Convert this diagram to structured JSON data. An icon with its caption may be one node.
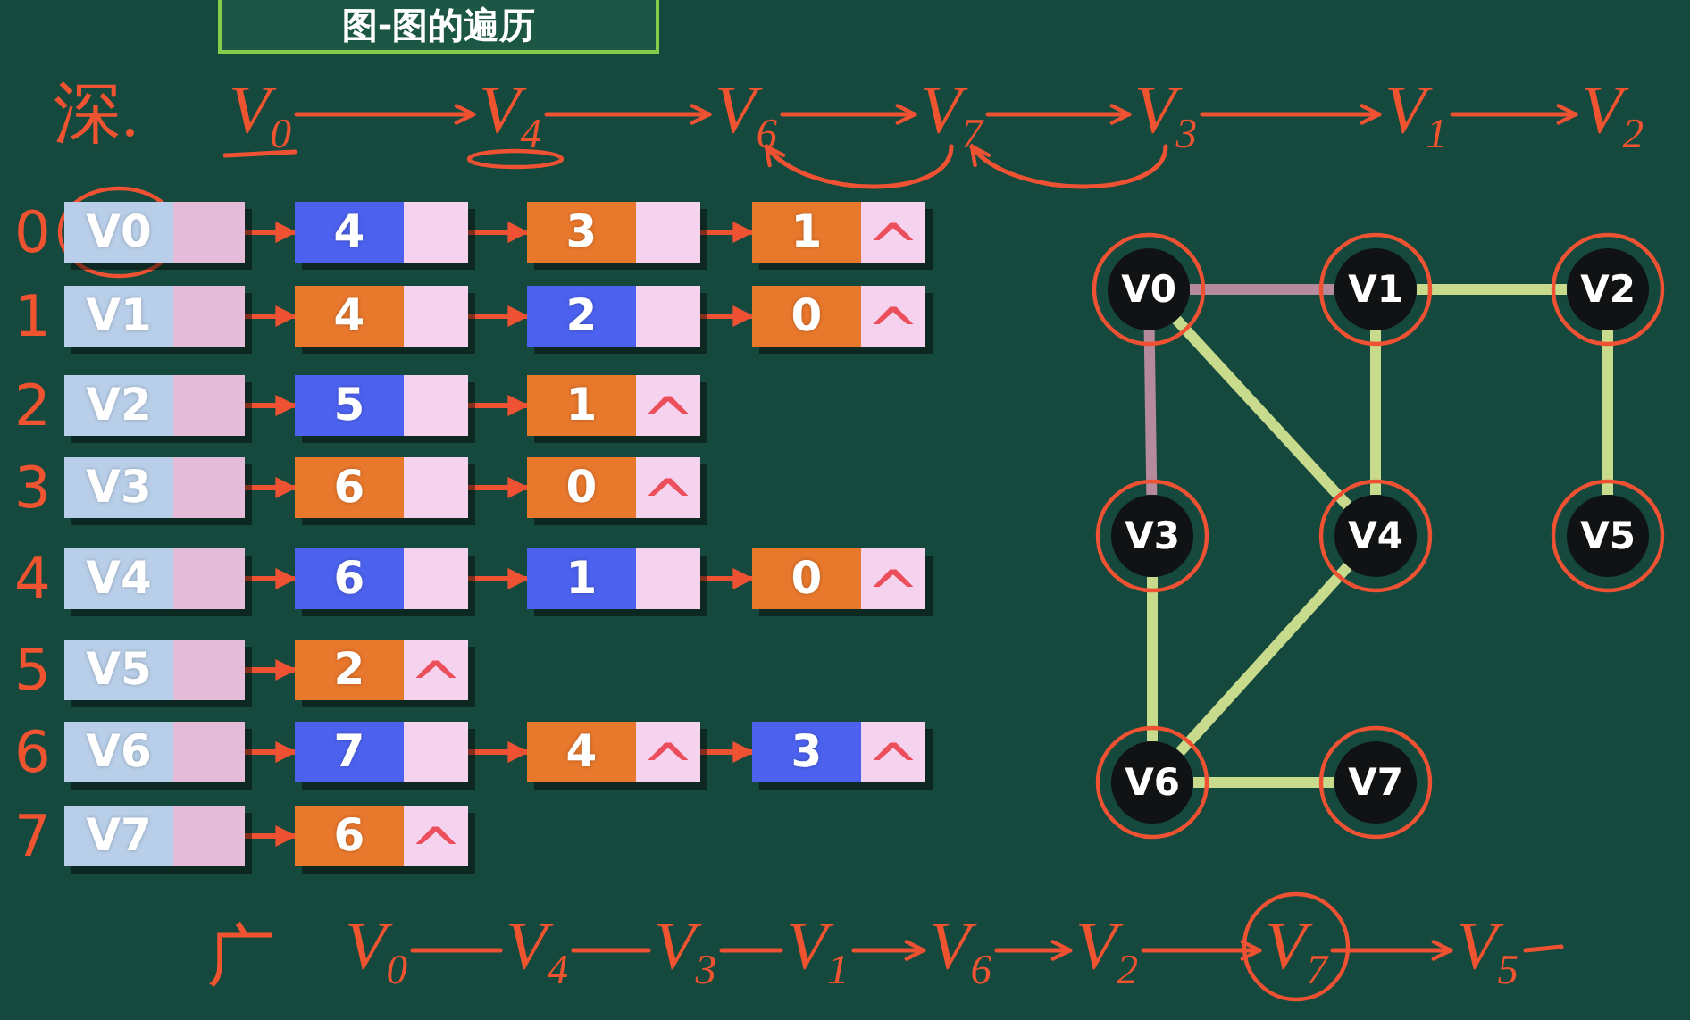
{
  "diagram": {
    "title": "图-图的遍历",
    "nodes": [
      {
        "text": [
          "V$_{0}$"
        ]
      },
      {
        "text": [
          "V$_{4}$"
        ]
      },
      {
        "text": [
          "V$_{6}$"
        ]
      },
      {
        "text": [
          "V$_{7}$"
        ]
      },
      {
        "text": [
          "V$_{3}$"
        ]
      },
      {
        "text": [
          "V$_{1}$"
        ]
      },
      {
        "text": [
          "V$_{2}$"
        ]
      },
      {
        "text": [
          "V0"
        ]
      },
      {
        "text": [
          "4"
        ]
      },
      {
        "text": [
          "3"
        ]
      },
      {
        "text": [
          "1",
          "^"
        ]
      },
      {
        "text": [
          "V1"
        ]
      },
      {
        "text": [
          "4"
        ]
      },
      {
        "text": [
          "2"
        ]
      },
      {
        "text": [
          "0",
          "^"
        ]
      },
      {
        "text": [
          "V2"
        ]
      },
      {
        "text": [
          "5"
        ]
      },
      {
        "text": [
          "1",
          "^"
        ]
      },
      {
        "text": [
          "V3"
        ]
      },
      {
        "text": [
          "6"
        ]
      },
      {
        "text": [
          "0",
          "^"
        ]
      },
      {
        "text": [
          "V4"
        ]
      },
      {
        "text": [
          "6"
        ]
      },
      {
        "text": [
          "1"
        ]
      },
      {
        "text": [
          "0",
          "^"
        ]
      },
      {
        "text": [
          "V5"
        ]
      },
      {
        "text": [
          "2",
          "^"
        ]
      },
      {
        "text": [
          "V6"
        ]
      },
      {
        "text": [
          "7"
        ]
      },
      {
        "text": [
          "4",
          "^"
        ]
      },
      {
        "text": [
          "3",
          "^"
        ]
      },
      {
        "text": [
          "V7"
        ]
      },
      {
        "text": [
          "6",
          "^"
        ]
      },
      {
        "text": [
          "V0"
        ]
      },
      {
        "text": [
          "V1"
        ]
      },
      {
        "text": [
          "V2"
        ]
      },
      {
        "text": [
          "V3"
        ]
      },
      {
        "text": [
          "V4"
        ]
      },
      {
        "text": [
          "V5"
        ]
      },
      {
        "text": [
          "V6"
        ]
      },
      {
        "text": [
          "V7"
        ]
      },
      {
        "text": [
          "V$_{0}$"
        ]
      },
      {
        "text": [
          "V$_{4}$"
        ]
      },
      {
        "text": [
          "V$_{3}$"
        ]
      },
      {
        "text": [
          "V$_{1}$"
        ]
      },
      {
        "text": [
          "V$_{6}$"
        ]
      },
      {
        "text": [
          "V$_{2}$"
        ]
      },
      {
        "text": [
          "V$_{7}$"
        ]
      },
      {
        "text": [
          "V$_{5}$"
        ]
      }
    ],
    "edges": [
      {
        "from": 0,
        "to": 1,
        "arrow": "to"
      },
      {
        "from": 1,
        "to": 2,
        "arrow": "to"
      },
      {
        "from": 2,
        "to": 3,
        "arrow": "to"
      },
      {
        "from": 3,
        "to": 4,
        "arrow": "to"
      },
      {
        "from": 4,
        "to": 5,
        "arrow": "to"
      },
      {
        "from": 5,
        "to": 6,
        "arrow": "to"
      },
      {
        "from": 3,
        "to": 2,
        "arrow": "to"
      },
      {
        "from": 4,
        "to": 3,
        "arrow": "to"
      },
      {
        "from": 7,
        "to": 8,
        "arrow": "to"
      },
      {
        "from": 8,
        "to": 9,
        "arrow": "to"
      },
      {
        "from": 9,
        "to": 10,
        "arrow": "to"
      },
      {
        "from": 11,
        "to": 12,
        "arrow": "to"
      },
      {
        "from": 12,
        "to": 13,
        "arrow": "to"
      },
      {
        "from": 13,
        "to": 14,
        "arrow": "to"
      },
      {
        "from": 15,
        "to": 16,
        "arrow": "to"
      },
      {
        "from": 16,
        "to": 17,
        "arrow": "to"
      },
      {
        "from": 18,
        "to": 19,
        "arrow": "to"
      },
      {
        "from": 19,
        "to": 20,
        "arrow": "to"
      },
      {
        "from": 21,
        "to": 22,
        "arrow": "to"
      },
      {
        "from": 22,
        "to": 23,
        "arrow": "to"
      },
      {
        "from": 23,
        "to": 24,
        "arrow": "to"
      },
      {
        "from": 25,
        "to": 26,
        "arrow": "to"
      },
      {
        "from": 27,
        "to": 28,
        "arrow": "to"
      },
      {
        "from": 28,
        "to": 29,
        "arrow": "to"
      },
      {
        "from": 29,
        "to": 30,
        "arrow": "to"
      },
      {
        "from": 31,
        "to": 32,
        "arrow": "to"
      },
      {
        "from": 33,
        "to": 34,
        "arrow": "none",
        "style": "thick",
        "color": "#b58a9b"
      },
      {
        "from": 34,
        "to": 35,
        "arrow": "none",
        "style": "thick",
        "color": "#c8da8c"
      },
      {
        "from": 33,
        "to": 36,
        "arrow": "none",
        "style": "thick",
        "color": "#b58a9b"
      },
      {
        "from": 33,
        "to": 37,
        "arrow": "none",
        "style": "thick",
        "color": "#c8da8c"
      },
      {
        "from": 34,
        "to": 37,
        "arrow": "none",
        "style": "thick",
        "color": "#c8da8c"
      },
      {
        "from": 35,
        "to": 38,
        "arrow": "none",
        "style": "thick",
        "color": "#c8da8c"
      },
      {
        "from": 36,
        "to": 39,
        "arrow": "none",
        "style": "thick",
        "color": "#c8da8c"
      },
      {
        "from": 37,
        "to": 39,
        "arrow": "none",
        "style": "thick",
        "color": "#c8da8c"
      },
      {
        "from": 39,
        "to": 40,
        "arrow": "none",
        "style": "thick",
        "color": "#c8da8c"
      },
      {
        "from": 41,
        "to": 42,
        "arrow": "none"
      },
      {
        "from": 42,
        "to": 43,
        "arrow": "none"
      },
      {
        "from": 43,
        "to": 44,
        "arrow": "none"
      },
      {
        "from": 44,
        "to": 45,
        "arrow": "to"
      },
      {
        "from": 45,
        "to": 46,
        "arrow": "to"
      },
      {
        "from": 46,
        "to": 47,
        "arrow": "to"
      },
      {
        "from": 47,
        "to": 48,
        "arrow": "to"
      },
      {
        "from": 48,
        "to": null,
        "arrow": "none"
      }
    ],
    "labels": [
      "深.",
      "0",
      "1",
      "2",
      "3",
      "4",
      "5",
      "6",
      "7",
      "广"
    ]
  }
}
